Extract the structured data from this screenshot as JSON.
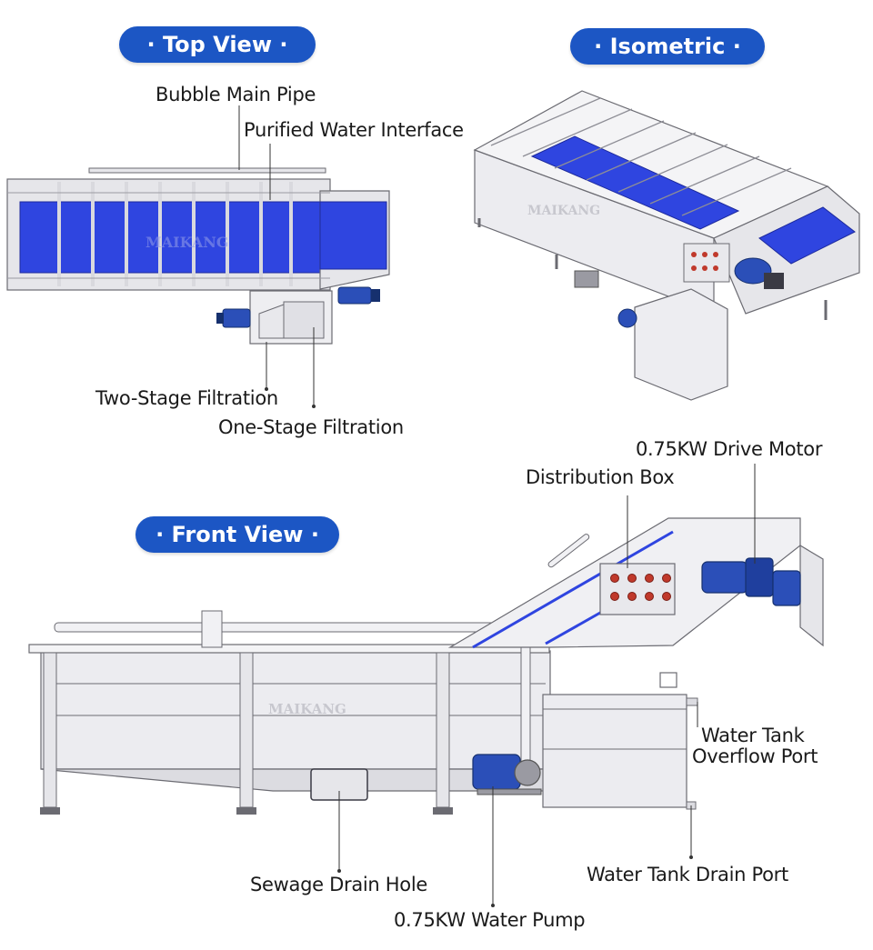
{
  "headings": {
    "top_view": "· Top View ·",
    "isometric": "· Isometric ·",
    "front_view": "· Front View ·"
  },
  "top_view_labels": {
    "bubble_main_pipe": "Bubble Main Pipe",
    "purified_water_interface": "Purified Water Interface",
    "two_stage_filtration": "Two-Stage Filtration",
    "one_stage_filtration": "One-Stage Filtration"
  },
  "front_view_labels": {
    "drive_motor": "0.75KW Drive Motor",
    "distribution_box": "Distribution Box",
    "water_tank_overflow_port_line1": "Water Tank",
    "water_tank_overflow_port_line2": "Overflow Port",
    "sewage_drain_hole": "Sewage Drain Hole",
    "water_tank_drain_port": "Water Tank Drain Port",
    "water_pump": "0.75KW Water Pump"
  },
  "watermark": "MAIKANG",
  "colors": {
    "heading_pill": "#1c56c4",
    "belt_blue": "#2f45e0",
    "motor_blue": "#2b4fb8",
    "steel": "#e6e6ea",
    "outline": "#6b6b72",
    "indicator_red": "#c0392b"
  }
}
